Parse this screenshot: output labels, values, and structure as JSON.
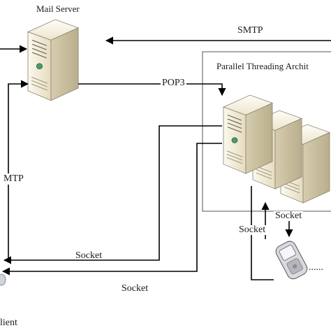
{
  "labels": {
    "mail_server": "Mail Server",
    "smtp_top": "SMTP",
    "parallel_box": "Parallel Threading Archit",
    "pop3": "POP3",
    "smtp_left": "MTP",
    "socket_left": "Socket",
    "socket_bottom": "Socket",
    "socket_right_a": "Socket",
    "socket_right_b": "Socket",
    "client": "lient",
    "ellipsis": "......"
  },
  "colors": {
    "line": "#000000",
    "box_border": "#555555",
    "server_body": "#f3eedc",
    "server_side": "#d8d0b4",
    "server_front": "#e9e2c8"
  },
  "icons": {
    "mail_server": "server-tower-icon",
    "cluster": "server-tower-icon",
    "mobile": "mobile-phone-icon"
  }
}
